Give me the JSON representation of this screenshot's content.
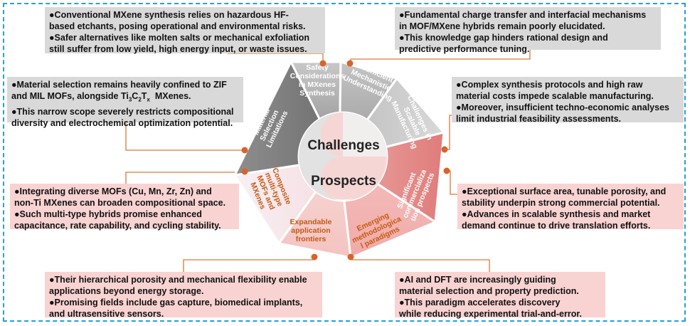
{
  "colors": {
    "frame": "#2a9fd6",
    "connector": "#d97a3a",
    "dot": "#d9632a",
    "gray_box": "#d9d9d9",
    "pink_box": "#f8d3d2",
    "challenge_text": "#ffffff",
    "prospect_text": "#c55a11"
  },
  "center": {
    "top": "Challenges",
    "bottom": "Prospects"
  },
  "segments": [
    {
      "id": "safety",
      "lines": [
        "Safety",
        "Considerations",
        "in MXenes",
        "Synthesis"
      ]
    },
    {
      "id": "mechanistic",
      "lines": [
        "Insufficient",
        "Mechanistic",
        "Understanding"
      ]
    },
    {
      "id": "scalable",
      "lines": [
        "Challenges in",
        "Scalable",
        "Manufacturing"
      ]
    },
    {
      "id": "commercial",
      "lines": [
        "Significant",
        "commercializa",
        "tion prospects"
      ]
    },
    {
      "id": "emerging",
      "lines": [
        "Emerging",
        "methodologica",
        "l paradigms"
      ]
    },
    {
      "id": "frontiers",
      "lines": [
        "Expandable",
        "application",
        "frontiers"
      ]
    },
    {
      "id": "composite",
      "lines": [
        "Composite",
        "multi-type",
        "MOFs and",
        "MXenes"
      ]
    },
    {
      "id": "material",
      "lines": [
        "Material",
        "Selection",
        "Limitations"
      ]
    }
  ],
  "boxes": {
    "top_left": [
      "●Conventional MXene synthesis relies on hazardous HF-",
      "based etchants, posing operational and environmental risks.",
      "●Safer alternatives like molten salts or mechanical exfoliation",
      "still suffer from low yield, high energy input, or waste issues."
    ],
    "top_right": [
      "●Fundamental charge transfer and interfacial mechanisms",
      "in MOF/MXene hybrids remain poorly elucidated.",
      "●This knowledge gap hinders rational design and",
      "predictive performance tuning."
    ],
    "mid_left": {
      "line1": "●Material selection remains heavily confined to ZIF",
      "line2_prefix": "and MIL MOFs, alongside ",
      "formula_parts": [
        "Ti",
        "3",
        "C",
        "2",
        "T",
        "x"
      ],
      "line2_suffix": "  MXenes.",
      "line3": "●This narrow scope severely restricts compositional",
      "line4": "diversity and electrochemical optimization potential."
    },
    "mid_right": [
      "●Complex synthesis protocols and high raw",
      "material costs impede scalable manufacturing.",
      "●Moreover, insufficient techno-economic analyses",
      "limit industrial feasibility assessments."
    ],
    "lower_left": [
      "●Integrating diverse MOFs (Cu, Mn, Zr, Zn) and",
      "non-Ti MXenes can broaden compositional space.",
      "●Such multi-type hybrids promise enhanced",
      "capacitance, rate capability, and cycling stability."
    ],
    "lower_right": [
      "●Exceptional surface area, tunable porosity, and",
      "stability underpin strong commercial potential.",
      "●Advances in scalable synthesis and market",
      "demand continue to drive translation efforts."
    ],
    "bottom_left": [
      "●Their hierarchical porosity and mechanical flexibility enable",
      "applications beyond energy storage.",
      "●Promising fields include gas capture, biomedical implants,",
      "and ultrasensitive sensors."
    ],
    "bottom_right": [
      "●AI and DFT are increasingly guiding",
      "material selection and property prediction.",
      "●This paradigm accelerates discovery",
      "while reducing experimental trial-and-error."
    ]
  }
}
